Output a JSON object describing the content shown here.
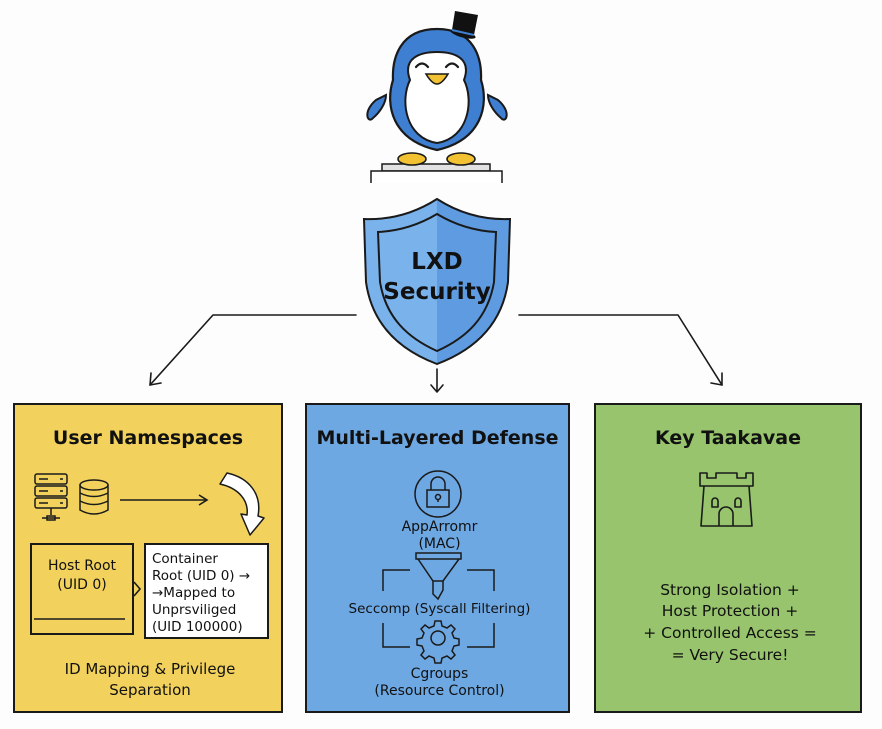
{
  "title": {
    "line1": "LXD",
    "line2": "Security"
  },
  "colors": {
    "shield": "#5e9be0",
    "shield_light": "#7ab3ec",
    "penguin_blue": "#3f7fd1",
    "beak_feet": "#f2c232",
    "panel_yellow": "#f2d25c",
    "panel_blue": "#6ea8e3",
    "panel_green": "#97c46c",
    "outline": "#1a1a1a"
  },
  "mascot": {
    "icon": "penguin-with-top-hat-icon",
    "pedestal": "pedestal-icon"
  },
  "panels": [
    {
      "title": "User Namespaces",
      "icons": [
        "server-rack-icon",
        "database-icon",
        "arrow-right-icon",
        "curved-arrow-down-icon"
      ],
      "host_box": {
        "line1": "Host Root",
        "line2": "(UID 0)"
      },
      "container_box": {
        "line1": "Container",
        "line2": "Root (UID 0) →",
        "line3": "→Mapped to",
        "line4": "Unprsviliged",
        "line5": "(UID 100000)"
      },
      "caption": {
        "line1": "ID Mapping & Privilege",
        "line2": "Separation"
      }
    },
    {
      "title": "Multi-Layered Defense",
      "layers": [
        {
          "icon": "padlock-icon",
          "line1": "AppArromr",
          "line2": "(MAC)"
        },
        {
          "icon": "funnel-icon",
          "line1": "Seccomp (Syscall Filtering)"
        },
        {
          "icon": "gear-icon",
          "line1": "Cgroups",
          "line2": "(Resource Control)"
        }
      ]
    },
    {
      "title": "Key Taakavae",
      "icon": "castle-tower-icon",
      "summary": {
        "line1": "Strong Isolation +",
        "line2": "Host Protection +",
        "line3": "+ Controlled Access =",
        "line4": "= Very Secure!"
      }
    }
  ]
}
